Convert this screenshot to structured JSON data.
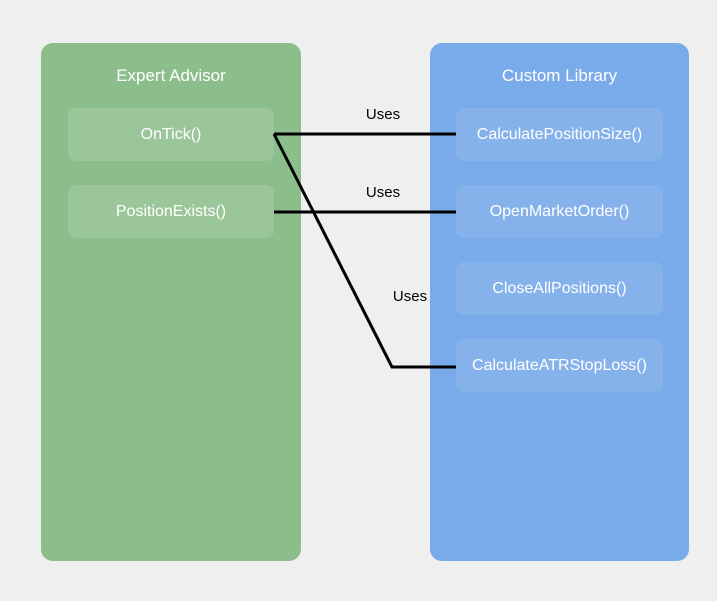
{
  "diagram": {
    "background_color": "#efefef",
    "connector_color": "#000000",
    "groups": [
      {
        "title": "Expert Advisor",
        "fill_color": "#8cbe8c",
        "item_fill_color": "#9ac79a",
        "text_color": "#ffffff",
        "items": [
          "OnTick()",
          "PositionExists()"
        ]
      },
      {
        "title": "Custom Library",
        "fill_color": "#79aae9",
        "item_fill_color": "#85b2eb",
        "text_color": "#ffffff",
        "items": [
          "CalculatePositionSize()",
          "OpenMarketOrder()",
          "CloseAllPositions()",
          "CalculateATRStopLoss()"
        ]
      }
    ],
    "connections": [
      {
        "from": "OnTick()",
        "to": "CalculatePositionSize()",
        "label": "Uses"
      },
      {
        "from": "PositionExists()",
        "to": "OpenMarketOrder()",
        "label": "Uses"
      },
      {
        "from": "OnTick()",
        "to": "CalculateATRStopLoss()",
        "label": "Uses"
      }
    ]
  }
}
